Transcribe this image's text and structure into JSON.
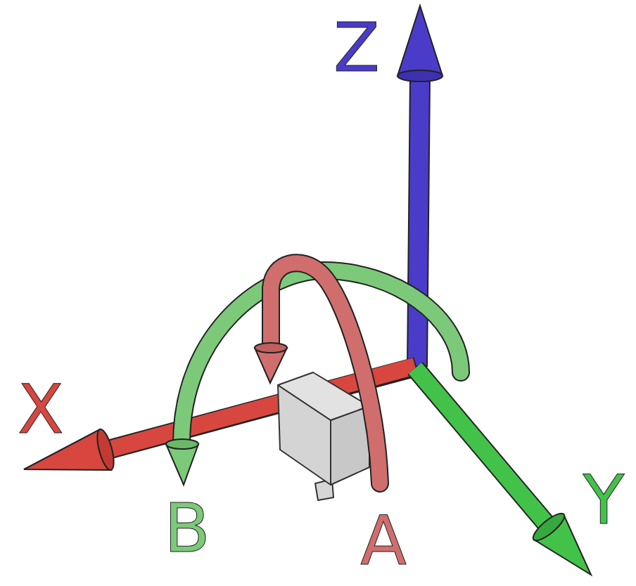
{
  "diagram": {
    "labels": [
      "Z",
      "X",
      "B",
      "A",
      "Y"
    ]
  }
}
